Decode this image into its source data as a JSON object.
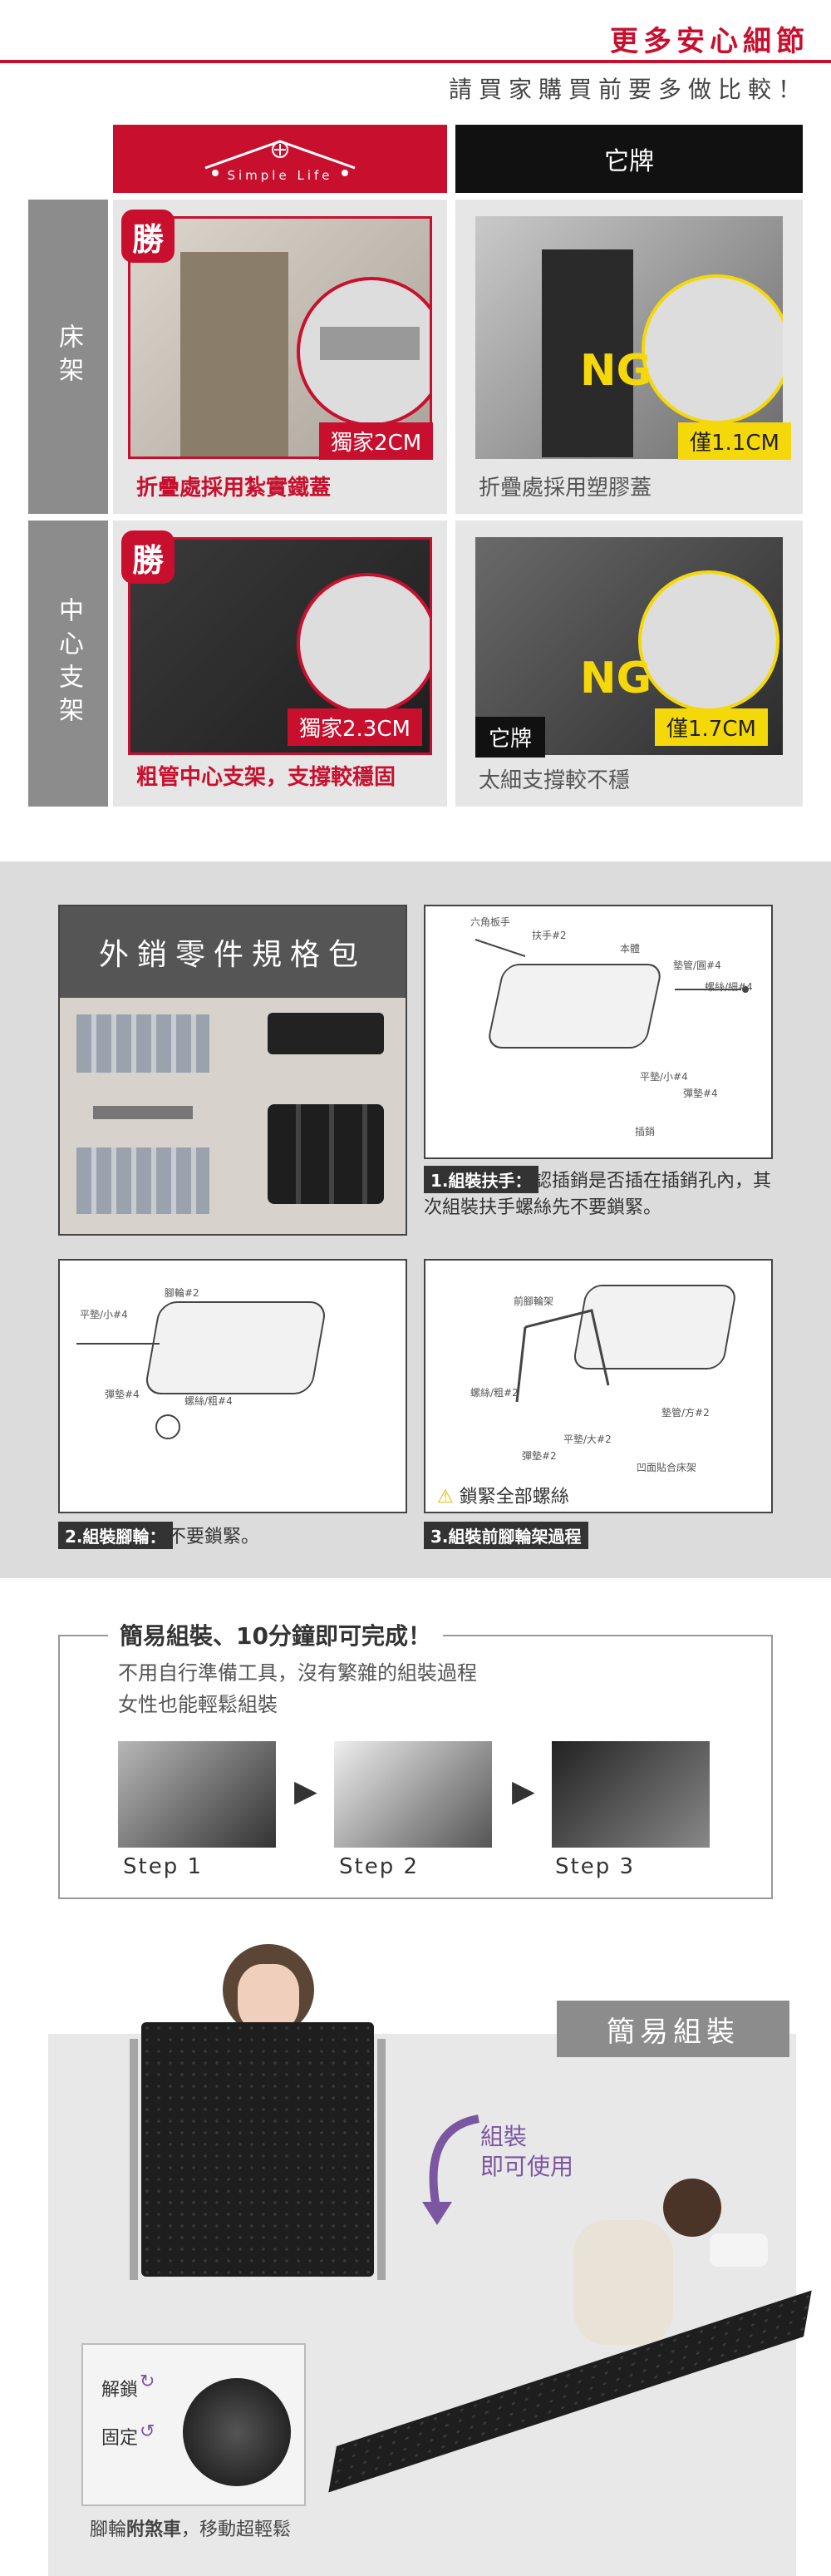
{
  "header": {
    "title": "更多安心細節",
    "subtitle": "請買家購買前要多做比較！"
  },
  "compare": {
    "brand_logo_text": "Simple Life",
    "other_label": "它牌",
    "rows": [
      {
        "label": "床架",
        "ours": {
          "win_badge": "勝",
          "tag": "獨家2CM",
          "caption": "折疊處採用紮實鐵蓋"
        },
        "theirs": {
          "ng": "NG",
          "tag": "僅1.1CM",
          "caption": "折疊處採用塑膠蓋"
        }
      },
      {
        "label": "中心支架",
        "ours": {
          "win_badge": "勝",
          "tag": "獨家2.3CM",
          "caption": "粗管中心支架，支撐較穩固"
        },
        "theirs": {
          "ng": "NG",
          "tag": "僅1.7CM",
          "brand_tag": "它牌",
          "caption": "太細支撐較不穩"
        }
      }
    ]
  },
  "parts": {
    "title": "外銷零件規格包",
    "diag1_labels": {
      "a": "六角板手",
      "b": "扶手#2",
      "c": "本體",
      "d": "墊管/圓#4",
      "e": "螺絲/細#4",
      "f": "平墊/小#4",
      "g": "彈墊#4",
      "h": "插銷"
    },
    "step1_label": "1.組裝扶手：",
    "step1_text": "組裝前請先確認插銷是否插在插銷孔內，其次組裝扶手螺絲先不要鎖緊。",
    "diag2_labels": {
      "a": "腳輪#2",
      "b": "平墊/小#4",
      "c": "彈墊#4",
      "d": "螺絲/粗#4"
    },
    "step2_label": "2.組裝腳輪：",
    "step2_text": "組裝時螺絲先不要鎖緊。",
    "diag3_labels": {
      "a": "前腳輪架",
      "b": "螺絲/粗#2",
      "c": "墊管/方#2",
      "d": "平墊/大#2",
      "e": "彈墊#2",
      "f": "凹面貼合床架"
    },
    "diag3_warning": "鎖緊全部螺絲",
    "step3_label": "3.組裝前腳輪架過程"
  },
  "easy": {
    "title": "簡易組裝、10分鐘即可完成！",
    "line1": "不用自行準備工具，沒有繁雜的組裝過程",
    "line2": "女性也能輕鬆組裝",
    "steps": [
      "Step 1",
      "Step 2",
      "Step 3"
    ]
  },
  "bottom": {
    "banner": "簡易組裝",
    "arrow_text_1": "組裝",
    "arrow_text_2": "即可使用",
    "unlock": "解鎖",
    "lock": "固定",
    "caster_prefix": "腳輪",
    "caster_bold": "附煞車",
    "caster_suffix": "，移動超輕鬆"
  }
}
